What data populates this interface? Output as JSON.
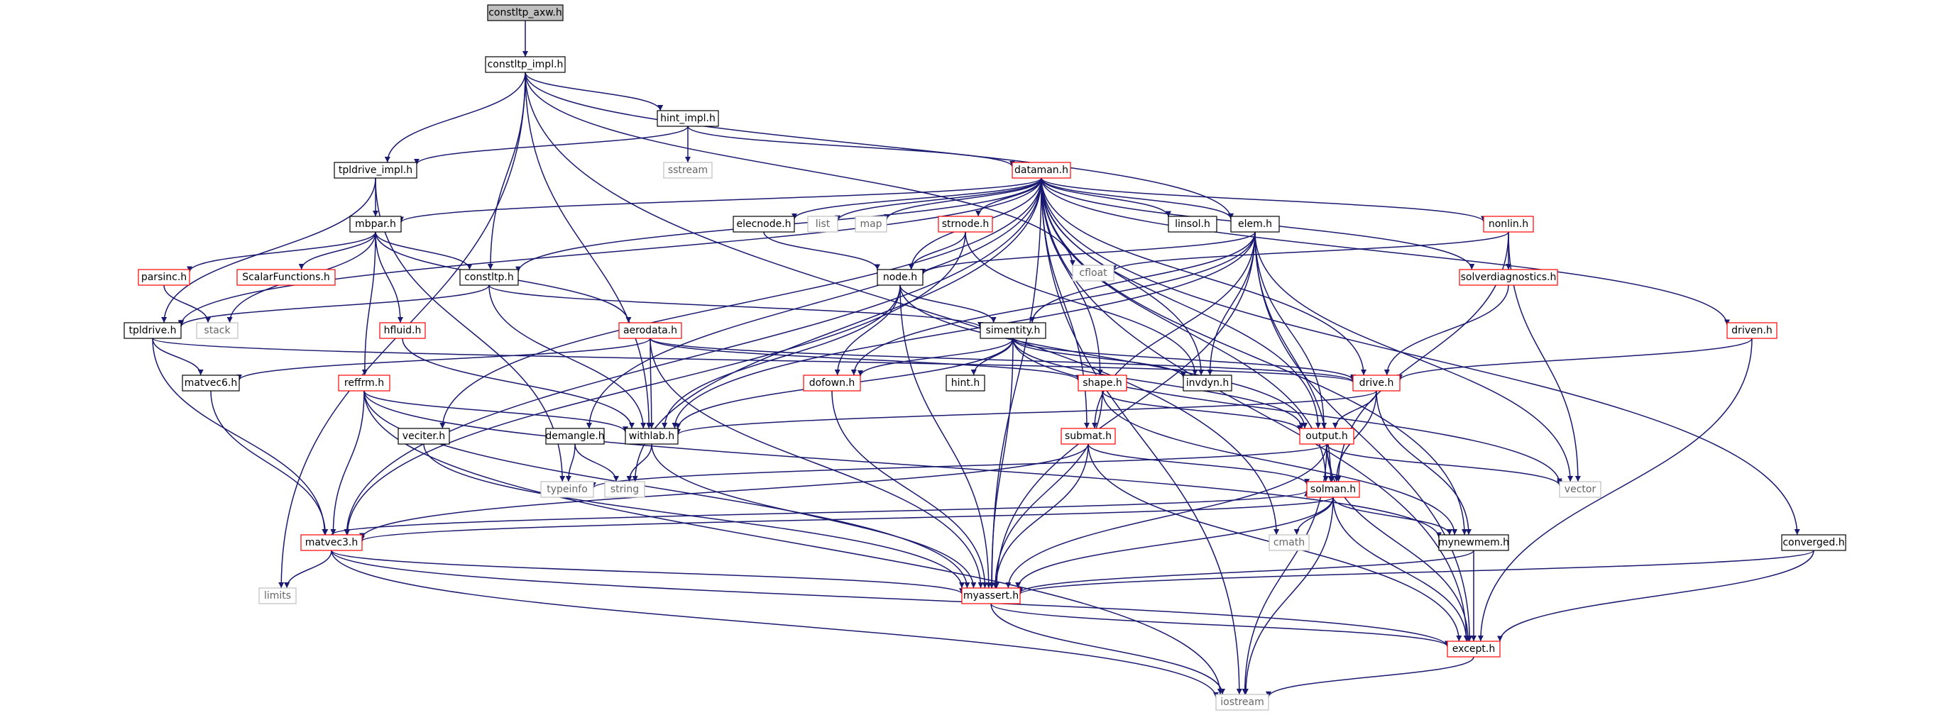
{
  "colors": {
    "edge": "#191970",
    "root_fill": "#bfbfbf",
    "normal_border": "#000000",
    "red_border": "#ff0000",
    "gray_border": "#bfbfbf",
    "text": "#000000",
    "gray_text": "#666666"
  },
  "nodes": [
    {
      "id": "constltp_axw",
      "label": "constltp_axw.h",
      "style": "root"
    },
    {
      "id": "constltp_impl",
      "label": "constltp_impl.h",
      "style": "normal"
    },
    {
      "id": "hint_impl",
      "label": "hint_impl.h",
      "style": "normal"
    },
    {
      "id": "sstream",
      "label": "sstream",
      "style": "gray"
    },
    {
      "id": "tpldrive_impl",
      "label": "tpldrive_impl.h",
      "style": "normal"
    },
    {
      "id": "dataman",
      "label": "dataman.h",
      "style": "red"
    },
    {
      "id": "mbpar",
      "label": "mbpar.h",
      "style": "normal"
    },
    {
      "id": "elecnode",
      "label": "elecnode.h",
      "style": "normal"
    },
    {
      "id": "list",
      "label": "list",
      "style": "gray"
    },
    {
      "id": "map",
      "label": "map",
      "style": "gray"
    },
    {
      "id": "strnode",
      "label": "strnode.h",
      "style": "red"
    },
    {
      "id": "linsol",
      "label": "linsol.h",
      "style": "normal"
    },
    {
      "id": "elem",
      "label": "elem.h",
      "style": "normal"
    },
    {
      "id": "nonlin",
      "label": "nonlin.h",
      "style": "red"
    },
    {
      "id": "parsinc",
      "label": "parsinc.h",
      "style": "red"
    },
    {
      "id": "scalarfunctions",
      "label": "ScalarFunctions.h",
      "style": "red"
    },
    {
      "id": "constltp",
      "label": "constltp.h",
      "style": "normal"
    },
    {
      "id": "node",
      "label": "node.h",
      "style": "normal"
    },
    {
      "id": "cfloat",
      "label": "cfloat",
      "style": "gray"
    },
    {
      "id": "solverdiagnostics",
      "label": "solverdiagnostics.h",
      "style": "red"
    },
    {
      "id": "tpldrive",
      "label": "tpldrive.h",
      "style": "normal"
    },
    {
      "id": "stack",
      "label": "stack",
      "style": "gray"
    },
    {
      "id": "hfluid",
      "label": "hfluid.h",
      "style": "red"
    },
    {
      "id": "aerodata",
      "label": "aerodata.h",
      "style": "red"
    },
    {
      "id": "simentity",
      "label": "simentity.h",
      "style": "normal"
    },
    {
      "id": "driven",
      "label": "driven.h",
      "style": "red"
    },
    {
      "id": "matvec6",
      "label": "matvec6.h",
      "style": "normal"
    },
    {
      "id": "reffrm",
      "label": "reffrm.h",
      "style": "red"
    },
    {
      "id": "dofown",
      "label": "dofown.h",
      "style": "red"
    },
    {
      "id": "hint",
      "label": "hint.h",
      "style": "normal"
    },
    {
      "id": "shape",
      "label": "shape.h",
      "style": "red"
    },
    {
      "id": "invdyn",
      "label": "invdyn.h",
      "style": "normal"
    },
    {
      "id": "drive",
      "label": "drive.h",
      "style": "red"
    },
    {
      "id": "veciter",
      "label": "veciter.h",
      "style": "normal"
    },
    {
      "id": "demangle",
      "label": "demangle.h",
      "style": "normal"
    },
    {
      "id": "withlab",
      "label": "withlab.h",
      "style": "normal"
    },
    {
      "id": "submat",
      "label": "submat.h",
      "style": "red"
    },
    {
      "id": "output",
      "label": "output.h",
      "style": "red"
    },
    {
      "id": "typeinfo",
      "label": "typeinfo",
      "style": "gray"
    },
    {
      "id": "string",
      "label": "string",
      "style": "gray"
    },
    {
      "id": "solman",
      "label": "solman.h",
      "style": "red"
    },
    {
      "id": "vector",
      "label": "vector",
      "style": "gray"
    },
    {
      "id": "matvec3",
      "label": "matvec3.h",
      "style": "red"
    },
    {
      "id": "cmath",
      "label": "cmath",
      "style": "gray"
    },
    {
      "id": "mynewmem",
      "label": "mynewmem.h",
      "style": "normal"
    },
    {
      "id": "converged",
      "label": "converged.h",
      "style": "normal"
    },
    {
      "id": "limits",
      "label": "limits",
      "style": "gray"
    },
    {
      "id": "myassert",
      "label": "myassert.h",
      "style": "red"
    },
    {
      "id": "except",
      "label": "except.h",
      "style": "red"
    },
    {
      "id": "iostream",
      "label": "iostream",
      "style": "gray"
    }
  ],
  "edges": [
    [
      "constltp_axw",
      "constltp_impl"
    ],
    [
      "constltp_impl",
      "hint_impl"
    ],
    [
      "constltp_impl",
      "tpldrive_impl"
    ],
    [
      "constltp_impl",
      "constltp"
    ],
    [
      "constltp_impl",
      "elem"
    ],
    [
      "constltp_impl",
      "cfloat"
    ],
    [
      "constltp_impl",
      "withlab"
    ],
    [
      "constltp_impl",
      "cmath"
    ],
    [
      "constltp_impl",
      "limits"
    ],
    [
      "hint_impl",
      "sstream"
    ],
    [
      "hint_impl",
      "dataman"
    ],
    [
      "hint_impl",
      "tpldrive_impl"
    ],
    [
      "tpldrive_impl",
      "mbpar"
    ],
    [
      "tpldrive_impl",
      "tpldrive"
    ],
    [
      "tpldrive_impl",
      "typeinfo"
    ],
    [
      "dataman",
      "mbpar"
    ],
    [
      "dataman",
      "elecnode"
    ],
    [
      "dataman",
      "list"
    ],
    [
      "dataman",
      "map"
    ],
    [
      "dataman",
      "strnode"
    ],
    [
      "dataman",
      "linsol"
    ],
    [
      "dataman",
      "elem"
    ],
    [
      "dataman",
      "nonlin"
    ],
    [
      "dataman",
      "constltp"
    ],
    [
      "dataman",
      "node"
    ],
    [
      "dataman",
      "solverdiagnostics"
    ],
    [
      "dataman",
      "tpldrive"
    ],
    [
      "dataman",
      "driven"
    ],
    [
      "dataman",
      "shape"
    ],
    [
      "dataman",
      "invdyn"
    ],
    [
      "dataman",
      "drive"
    ],
    [
      "dataman",
      "veciter"
    ],
    [
      "dataman",
      "demangle"
    ],
    [
      "dataman",
      "submat"
    ],
    [
      "dataman",
      "output"
    ],
    [
      "dataman",
      "string"
    ],
    [
      "dataman",
      "solman"
    ],
    [
      "dataman",
      "matvec3"
    ],
    [
      "dataman",
      "mynewmem"
    ],
    [
      "dataman",
      "converged"
    ],
    [
      "dataman",
      "myassert"
    ],
    [
      "dataman",
      "except"
    ],
    [
      "dataman",
      "iostream"
    ],
    [
      "mbpar",
      "parsinc"
    ],
    [
      "mbpar",
      "scalarfunctions"
    ],
    [
      "mbpar",
      "constltp"
    ],
    [
      "mbpar",
      "stack"
    ],
    [
      "mbpar",
      "hfluid"
    ],
    [
      "mbpar",
      "aerodata"
    ],
    [
      "mbpar",
      "reffrm"
    ],
    [
      "elecnode",
      "node"
    ],
    [
      "strnode",
      "node"
    ],
    [
      "strnode",
      "invdyn"
    ],
    [
      "strnode",
      "matvec3"
    ],
    [
      "elem",
      "node"
    ],
    [
      "elem",
      "simentity"
    ],
    [
      "elem",
      "dofown"
    ],
    [
      "elem",
      "invdyn"
    ],
    [
      "elem",
      "output"
    ],
    [
      "elem",
      "submat"
    ],
    [
      "elem",
      "solman"
    ],
    [
      "elem",
      "myassert"
    ],
    [
      "elem",
      "vector"
    ],
    [
      "elem",
      "except"
    ],
    [
      "elem",
      "withlab"
    ],
    [
      "nonlin",
      "solverdiagnostics"
    ],
    [
      "nonlin",
      "cfloat"
    ],
    [
      "nonlin",
      "solman"
    ],
    [
      "nonlin",
      "vector"
    ],
    [
      "parsinc",
      "stack"
    ],
    [
      "constltp",
      "tpldrive"
    ],
    [
      "constltp",
      "simentity"
    ],
    [
      "constltp",
      "withlab"
    ],
    [
      "node",
      "simentity"
    ],
    [
      "node",
      "dofown"
    ],
    [
      "node",
      "output"
    ],
    [
      "node",
      "withlab"
    ],
    [
      "node",
      "myassert"
    ],
    [
      "solverdiagnostics",
      "drive"
    ],
    [
      "tpldrive",
      "matvec6"
    ],
    [
      "tpldrive",
      "matvec3"
    ],
    [
      "tpldrive",
      "drive"
    ],
    [
      "hfluid",
      "withlab"
    ],
    [
      "aerodata",
      "withlab"
    ],
    [
      "aerodata",
      "drive"
    ],
    [
      "aerodata",
      "shape"
    ],
    [
      "aerodata",
      "matvec6"
    ],
    [
      "aerodata",
      "myassert"
    ],
    [
      "simentity",
      "withlab"
    ],
    [
      "simentity",
      "hint"
    ],
    [
      "simentity",
      "dofown"
    ],
    [
      "simentity",
      "invdyn"
    ],
    [
      "simentity",
      "drive"
    ],
    [
      "simentity",
      "output"
    ],
    [
      "simentity",
      "myassert"
    ],
    [
      "simentity",
      "vector"
    ],
    [
      "driven",
      "drive"
    ],
    [
      "driven",
      "except"
    ],
    [
      "matvec6",
      "matvec3"
    ],
    [
      "reffrm",
      "withlab"
    ],
    [
      "reffrm",
      "matvec3"
    ],
    [
      "reffrm",
      "myassert"
    ],
    [
      "reffrm",
      "iostream"
    ],
    [
      "reffrm",
      "mynewmem"
    ],
    [
      "dofown",
      "myassert"
    ],
    [
      "shape",
      "output"
    ],
    [
      "shape",
      "mynewmem"
    ],
    [
      "shape",
      "myassert"
    ],
    [
      "drive",
      "withlab"
    ],
    [
      "drive",
      "output"
    ],
    [
      "drive",
      "solman"
    ],
    [
      "drive",
      "mynewmem"
    ],
    [
      "veciter",
      "myassert"
    ],
    [
      "demangle",
      "typeinfo"
    ],
    [
      "demangle",
      "string"
    ],
    [
      "withlab",
      "string"
    ],
    [
      "withlab",
      "myassert"
    ],
    [
      "submat",
      "matvec3"
    ],
    [
      "submat",
      "solman"
    ],
    [
      "submat",
      "myassert"
    ],
    [
      "submat",
      "except"
    ],
    [
      "output",
      "solman"
    ],
    [
      "output",
      "vector"
    ],
    [
      "output",
      "myassert"
    ],
    [
      "output",
      "typeinfo"
    ],
    [
      "output",
      "iostream"
    ],
    [
      "output",
      "except"
    ],
    [
      "solman",
      "matvec3"
    ],
    [
      "solman",
      "cmath"
    ],
    [
      "solman",
      "mynewmem"
    ],
    [
      "solman",
      "myassert"
    ],
    [
      "solman",
      "except"
    ],
    [
      "solman",
      "iostream"
    ],
    [
      "matvec3",
      "solman"
    ],
    [
      "matvec3",
      "limits"
    ],
    [
      "matvec3",
      "myassert"
    ],
    [
      "matvec3",
      "except"
    ],
    [
      "matvec3",
      "iostream"
    ],
    [
      "mynewmem",
      "myassert"
    ],
    [
      "mynewmem",
      "except"
    ],
    [
      "converged",
      "myassert"
    ],
    [
      "converged",
      "except"
    ],
    [
      "myassert",
      "except"
    ],
    [
      "myassert",
      "iostream"
    ],
    [
      "except",
      "iostream"
    ]
  ]
}
